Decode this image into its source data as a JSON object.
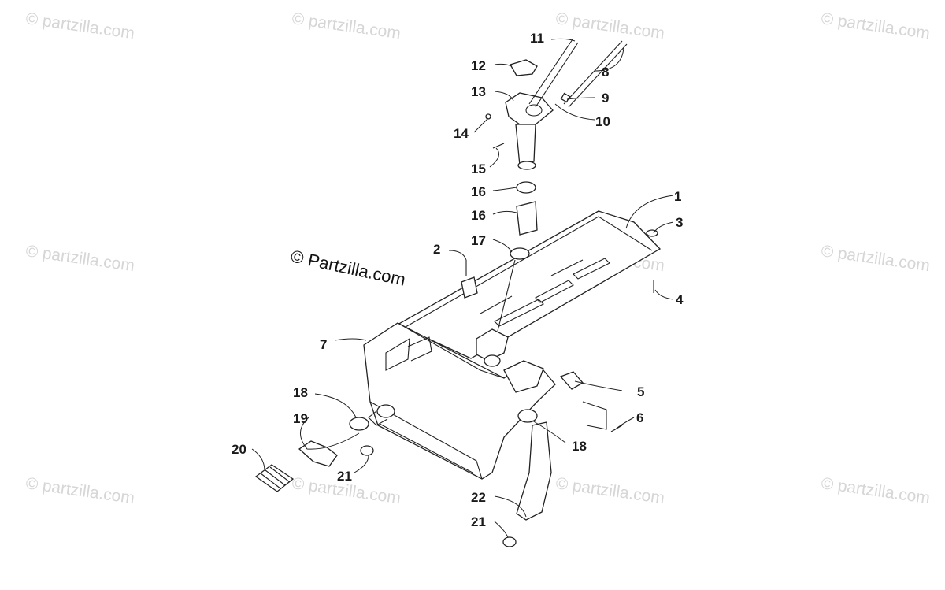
{
  "watermark": {
    "text": "© partzilla.com"
  },
  "copyright": {
    "text": "© Partzilla.com"
  },
  "callouts": [
    {
      "id": "c1",
      "text": "1"
    },
    {
      "id": "c2",
      "text": "2"
    },
    {
      "id": "c3",
      "text": "3"
    },
    {
      "id": "c4",
      "text": "4"
    },
    {
      "id": "c5",
      "text": "5"
    },
    {
      "id": "c6",
      "text": "6"
    },
    {
      "id": "c7",
      "text": "7"
    },
    {
      "id": "c8",
      "text": "8"
    },
    {
      "id": "c9",
      "text": "9"
    },
    {
      "id": "c10",
      "text": "10"
    },
    {
      "id": "c11",
      "text": "11"
    },
    {
      "id": "c12",
      "text": "12"
    },
    {
      "id": "c13",
      "text": "13"
    },
    {
      "id": "c14",
      "text": "14"
    },
    {
      "id": "c15",
      "text": "15"
    },
    {
      "id": "c16a",
      "text": "16"
    },
    {
      "id": "c16b",
      "text": "16"
    },
    {
      "id": "c17",
      "text": "17"
    },
    {
      "id": "c18a",
      "text": "18"
    },
    {
      "id": "c18b",
      "text": "18"
    },
    {
      "id": "c19",
      "text": "19"
    },
    {
      "id": "c20",
      "text": "20"
    },
    {
      "id": "c21a",
      "text": "21"
    },
    {
      "id": "c21b",
      "text": "21"
    },
    {
      "id": "c22",
      "text": "22"
    }
  ]
}
